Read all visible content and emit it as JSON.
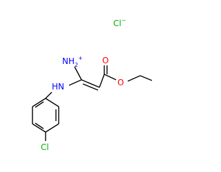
{
  "molecule": {
    "chloride_ion": {
      "element": "Cl",
      "charge": "−",
      "color": "#00b000"
    },
    "ammonium": {
      "element": "N",
      "hydrogens": "H",
      "hydrogen_count": "2",
      "charge": "+",
      "color": "#0000ff"
    },
    "amine_nh": {
      "text": "HN",
      "color": "#0000ff"
    },
    "carbonyl_oxygen": {
      "text": "O",
      "color": "#ff0000"
    },
    "ester_oxygen": {
      "text": "O",
      "color": "#ff0000"
    },
    "ring_chlorine": {
      "text": "Cl",
      "color": "#00b000"
    },
    "bond_color": "#000000"
  }
}
